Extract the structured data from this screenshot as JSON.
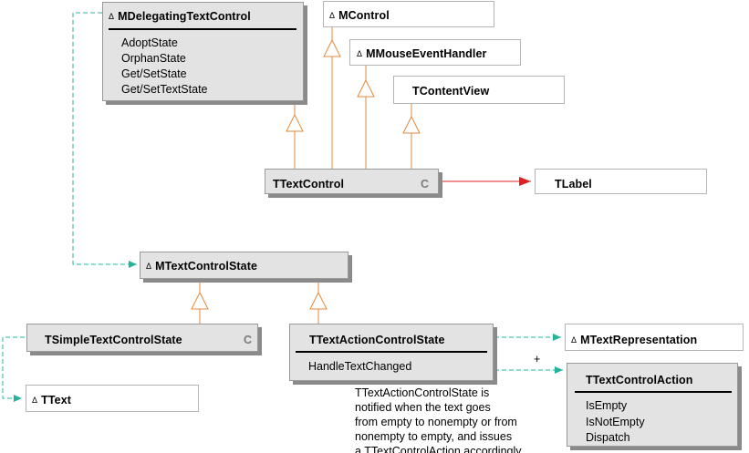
{
  "diagram": {
    "boxes": {
      "mdelegating": {
        "marker": "Δ",
        "name": "MDelegatingTextControl",
        "ops": [
          "AdoptState",
          "OrphanState",
          "Get/SetState",
          "Get/SetTextState"
        ]
      },
      "mcontrol": {
        "marker": "Δ",
        "name": "MControl"
      },
      "mmouse": {
        "marker": "Δ",
        "name": "MMouseEventHandler"
      },
      "tcontentview": {
        "name": "TContentView"
      },
      "ttextcontrol": {
        "name": "TTextControl",
        "concrete": "C"
      },
      "tlabel": {
        "name": "TLabel"
      },
      "mtextcontrolstate": {
        "marker": "Δ",
        "name": "MTextControlState"
      },
      "tsimple": {
        "name": "TSimpleTextControlState",
        "concrete": "C"
      },
      "taction": {
        "name": "TTextActionControlState",
        "ops": [
          "HandleTextChanged"
        ]
      },
      "mtextrep": {
        "marker": "Δ",
        "name": "MTextRepresentation"
      },
      "ttextcontrolaction": {
        "name": "TTextControlAction",
        "ops": [
          "IsEmpty",
          "IsNotEmpty",
          "Dispatch"
        ]
      },
      "ttext": {
        "marker": "Δ",
        "name": "TText"
      }
    },
    "multiplicity": "+",
    "note": [
      "TTextActionControlState is",
      "notified when the text goes",
      "from empty to nonempty or from",
      "nonempty to empty, and issues",
      "a TTextControlAction accordingly."
    ],
    "colors": {
      "inheritance": "#e08a3c",
      "uses": "#23b49a",
      "association": "#e02020",
      "box_fill": "#e3e3e3",
      "box_shadow": "#8a8a8a"
    }
  }
}
